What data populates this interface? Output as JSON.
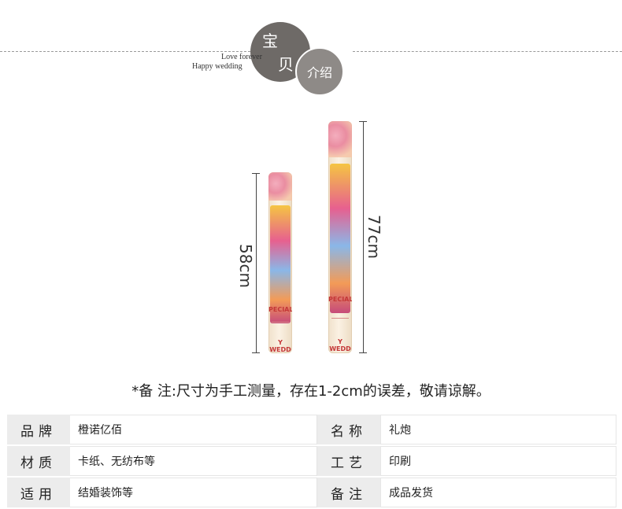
{
  "header": {
    "badge_top": "宝",
    "badge_bottom": "贝",
    "badge_small": "介绍",
    "tagline_1": "Love forever",
    "tagline_2": "Happy wedding"
  },
  "product": {
    "short_length": "58cm",
    "long_length": "77cm",
    "tube_text_1": "PECIAL",
    "tube_text_2": "Y WEDD",
    "tube_text_3": "PECIAL",
    "tube_text_4": "Y WEDD"
  },
  "note": "*备 注:尺寸为手工测量，存在1-2cm的误差，敬请谅解。",
  "specs": [
    {
      "k1": "品牌",
      "v1": "橙诺亿佰",
      "k2": "名称",
      "v2": "礼炮"
    },
    {
      "k1": "材质",
      "v1": "卡纸、无纺布等",
      "k2": "工艺",
      "v2": "印刷"
    },
    {
      "k1": "适用",
      "v1": "结婚装饰等",
      "k2": "备注",
      "v2": "成品发货"
    }
  ],
  "colors": {
    "badge_dark": "#6e6a67",
    "badge_light": "#8e8a87",
    "label_bg": "#ececec"
  }
}
